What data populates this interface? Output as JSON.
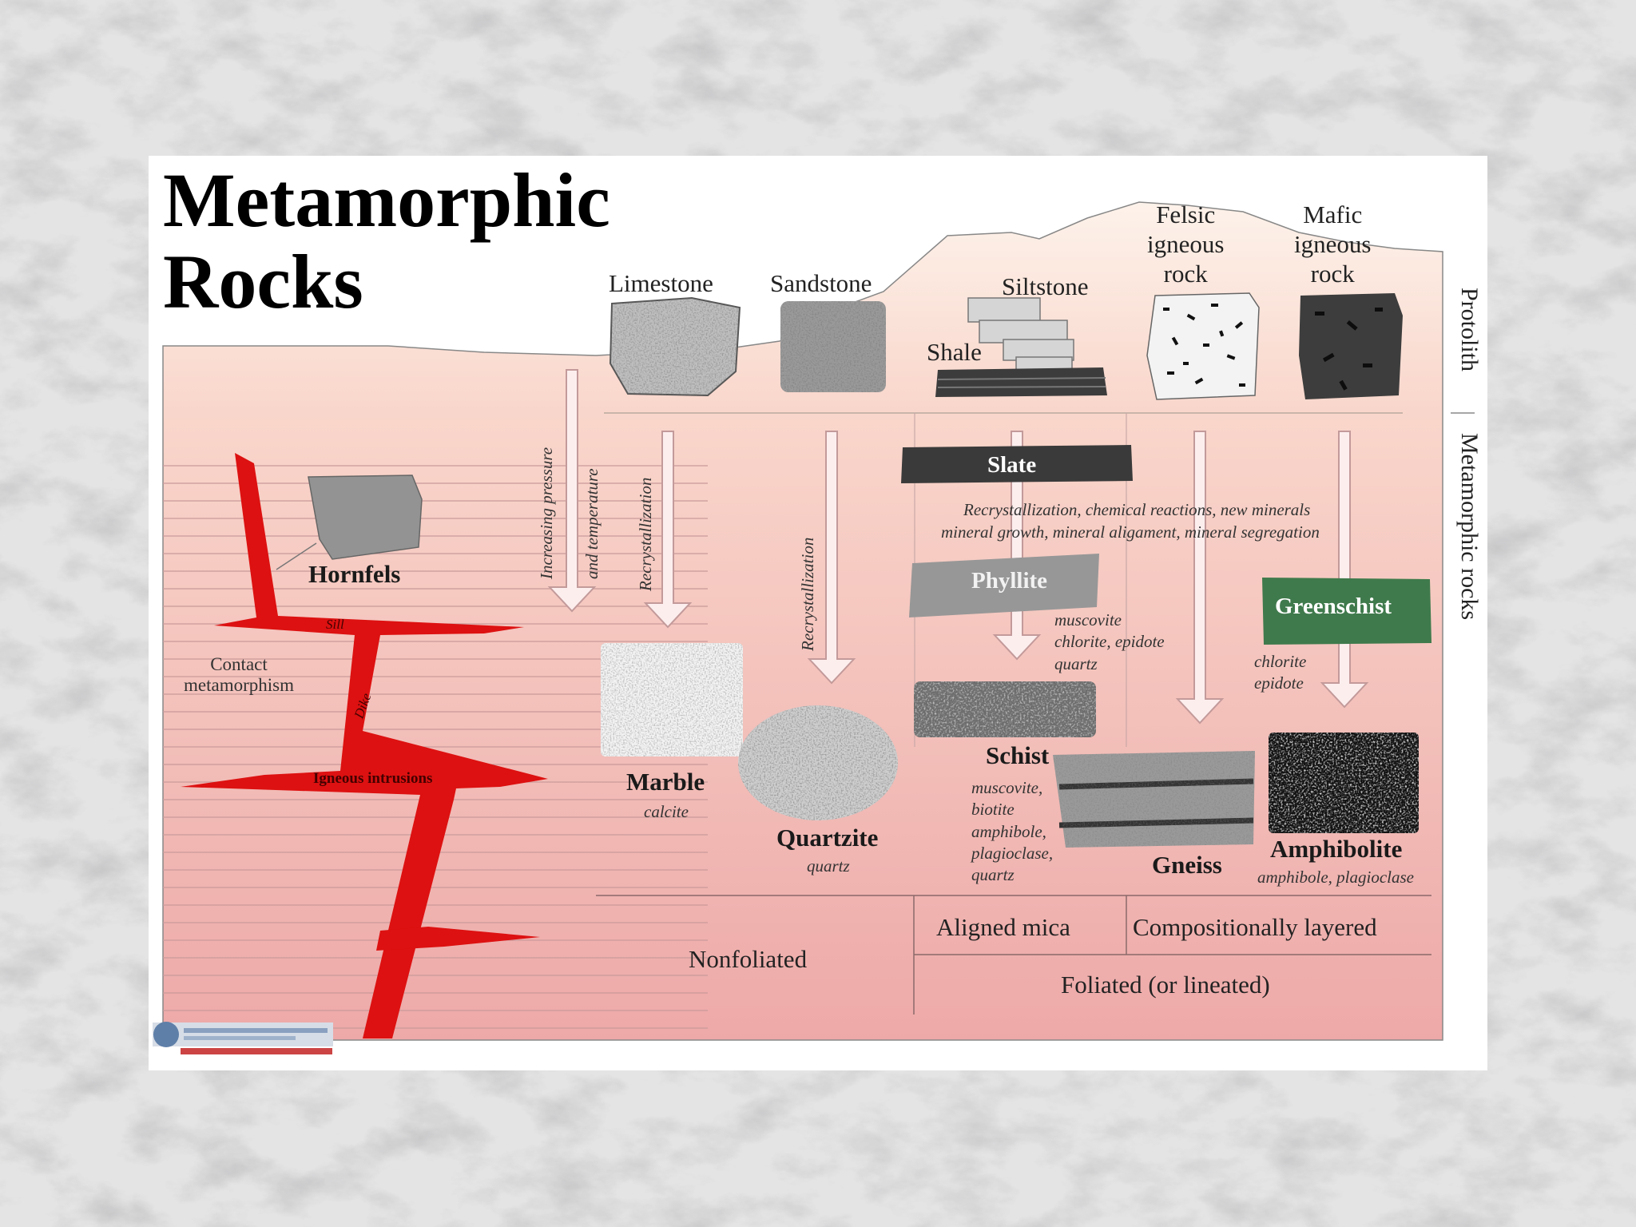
{
  "title": {
    "line1": "Metamorphic",
    "line2": "Rocks"
  },
  "side_labels": {
    "protolith": "Protolith",
    "metamorphic": "Metamorphic rocks"
  },
  "protoliths": {
    "limestone": "Limestone",
    "sandstone": "Sandstone",
    "siltstone": "Siltstone",
    "shale": "Shale",
    "felsic": [
      "Felsic",
      "igneous",
      "rock"
    ],
    "mafic": [
      "Mafic",
      "igneous",
      "rock"
    ]
  },
  "process_labels": {
    "pressure_1": "Increasing pressure",
    "pressure_2": "and temperature",
    "recryst_limestone": "Recrystallization",
    "recryst_sandstone": "Recrystallization",
    "reactions_1": "Recrystallization, chemical reactions, new minerals",
    "reactions_2": "mineral growth, mineral aligament, mineral segregation"
  },
  "rocks": {
    "hornfels": "Hornfels",
    "slate": "Slate",
    "phyllite": "Phyllite",
    "greenschist": "Greenschist",
    "marble": "Marble",
    "quartzite": "Quartzite",
    "schist": "Schist",
    "gneiss": "Gneiss",
    "amphibolite": "Amphibolite"
  },
  "minerals": {
    "phyllite": [
      "muscovite",
      "chlorite, epidote",
      "quartz"
    ],
    "greenschist": [
      "chlorite",
      "epidote"
    ],
    "marble": "calcite",
    "quartzite": "quartz",
    "schist": [
      "muscovite,",
      "biotite",
      "amphibole,",
      "plagioclase,",
      "quartz"
    ],
    "amphibolite": "amphibole, plagioclase"
  },
  "intrusion_labels": {
    "sill": "Sill",
    "dike": "Dike",
    "igneous": "Igneous intrusions",
    "contact_1": "Contact",
    "contact_2": "metamorphism"
  },
  "texture_bands": {
    "nonfoliated": "Nonfoliated",
    "aligned_mica": "Aligned mica",
    "compositionally_layered": "Compositionally layered",
    "foliated": "Foliated (or lineated)"
  },
  "colors": {
    "gradient_top": "#fbe9e0",
    "gradient_bottom": "#eca7a7",
    "intrusion": "#dd1111",
    "greenschist": "#3f7a4c"
  }
}
